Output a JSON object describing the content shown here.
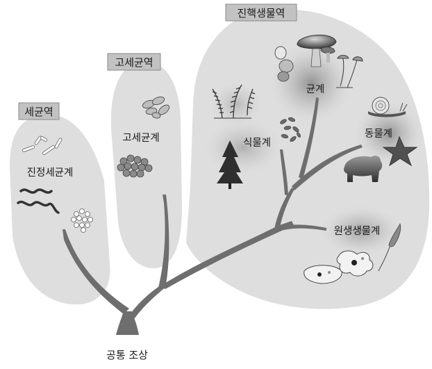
{
  "domains": {
    "bacteria": {
      "name": "세균역",
      "kingdom": "진정세균계"
    },
    "archaea": {
      "name": "고세균역",
      "kingdom": "고세균계"
    },
    "eukarya": {
      "name": "진핵생물역",
      "kingdoms": {
        "fungi": "균계",
        "plants": "식물계",
        "animals": "동물계",
        "protists": "원생생물계"
      }
    }
  },
  "root_label": "공통 조상",
  "colors": {
    "region_fill": "#dedede",
    "label_box_fill": "#c2c2c2",
    "branch": "#6e6e6e",
    "text": "#1a1a1a"
  },
  "icons": [
    "rod-bacteria-icon",
    "spiral-bacteria-icon",
    "coccus-bacteria-icon",
    "archaea-bacilli-icon",
    "archaea-cocci-cluster-icon",
    "fern-icon",
    "conifer-tree-icon",
    "seed-icon",
    "yeast-icon",
    "mushroom-icon",
    "mold-icon",
    "snail-icon",
    "starfish-icon",
    "bear-icon",
    "paramecium-icon",
    "amoeba-icon",
    "flagellate-icon"
  ]
}
